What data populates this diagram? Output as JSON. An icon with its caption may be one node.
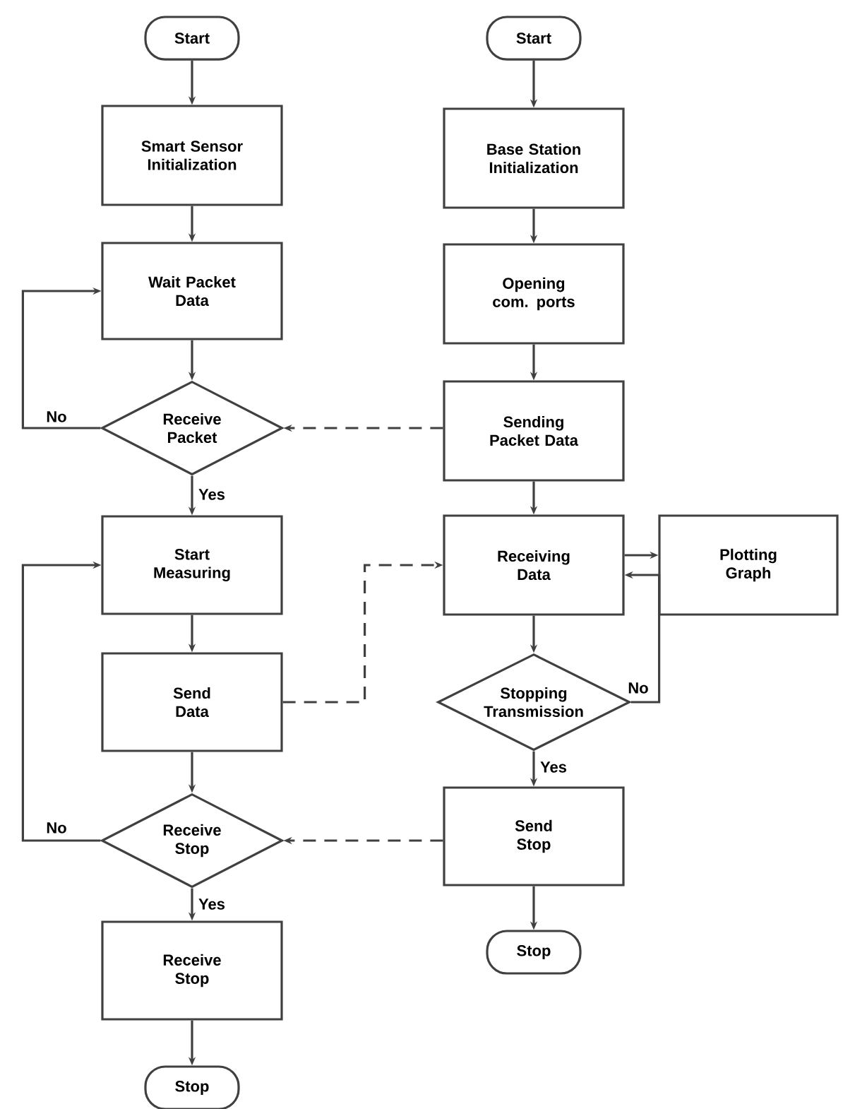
{
  "diagram": {
    "nodes": [
      {
        "text": [
          "Start"
        ]
      },
      {
        "text": [
          "Smart Sensor Initialization"
        ]
      },
      {
        "text": [
          "Wait Packet Data"
        ]
      },
      {
        "text": [
          "Receive Packet"
        ]
      },
      {
        "text": [
          "Start Measuring"
        ]
      },
      {
        "text": [
          "Send Data"
        ]
      },
      {
        "text": [
          "Receive Stop"
        ]
      },
      {
        "text": [
          "Receive Stop"
        ]
      },
      {
        "text": [
          "Stop"
        ]
      },
      {
        "text": [
          "Start"
        ]
      },
      {
        "text": [
          "Base Station Initialization"
        ]
      },
      {
        "text": [
          "Opening com. ports"
        ]
      },
      {
        "text": [
          "Sending Packet Data"
        ]
      },
      {
        "text": [
          "Receiving Data"
        ]
      },
      {
        "text": [
          "Plotting Graph"
        ]
      },
      {
        "text": [
          "Stopping Transmission"
        ]
      },
      {
        "text": [
          "Send Stop"
        ]
      },
      {
        "text": [
          "Stop"
        ]
      }
    ],
    "edges": [
      {
        "from": 0,
        "to": 1,
        "arrow": "to"
      },
      {
        "from": 1,
        "to": 2,
        "arrow": "to"
      },
      {
        "from": 2,
        "to": 3,
        "arrow": "to"
      },
      {
        "from": 3,
        "to": 2,
        "arrow": "to",
        "label": "No"
      },
      {
        "from": 3,
        "to": 4,
        "arrow": "to",
        "label": "Yes"
      },
      {
        "from": 4,
        "to": 5,
        "arrow": "to"
      },
      {
        "from": 5,
        "to": 6,
        "arrow": "to"
      },
      {
        "from": 6,
        "to": 4,
        "arrow": "to",
        "label": "No"
      },
      {
        "from": 6,
        "to": 7,
        "arrow": "to",
        "label": "Yes"
      },
      {
        "from": 7,
        "to": 8,
        "arrow": "to"
      },
      {
        "from": 9,
        "to": 10,
        "arrow": "to"
      },
      {
        "from": 10,
        "to": 11,
        "arrow": "to"
      },
      {
        "from": 11,
        "to": 12,
        "arrow": "to"
      },
      {
        "from": 12,
        "to": 13,
        "arrow": "to"
      },
      {
        "from": 13,
        "to": 14,
        "arrow": "to"
      },
      {
        "from": 13,
        "to": 15,
        "arrow": "to"
      },
      {
        "from": 15,
        "to": 13,
        "arrow": "to",
        "label": "No"
      },
      {
        "from": 15,
        "to": 16,
        "arrow": "to",
        "label": "Yes"
      },
      {
        "from": 16,
        "to": 17,
        "arrow": "to"
      },
      {
        "from": 12,
        "to": 3,
        "arrow": "to",
        "style": "dashed"
      },
      {
        "from": 5,
        "to": 13,
        "arrow": "to",
        "style": "dashed"
      },
      {
        "from": 16,
        "to": 6,
        "arrow": "to",
        "style": "dashed"
      }
    ]
  }
}
